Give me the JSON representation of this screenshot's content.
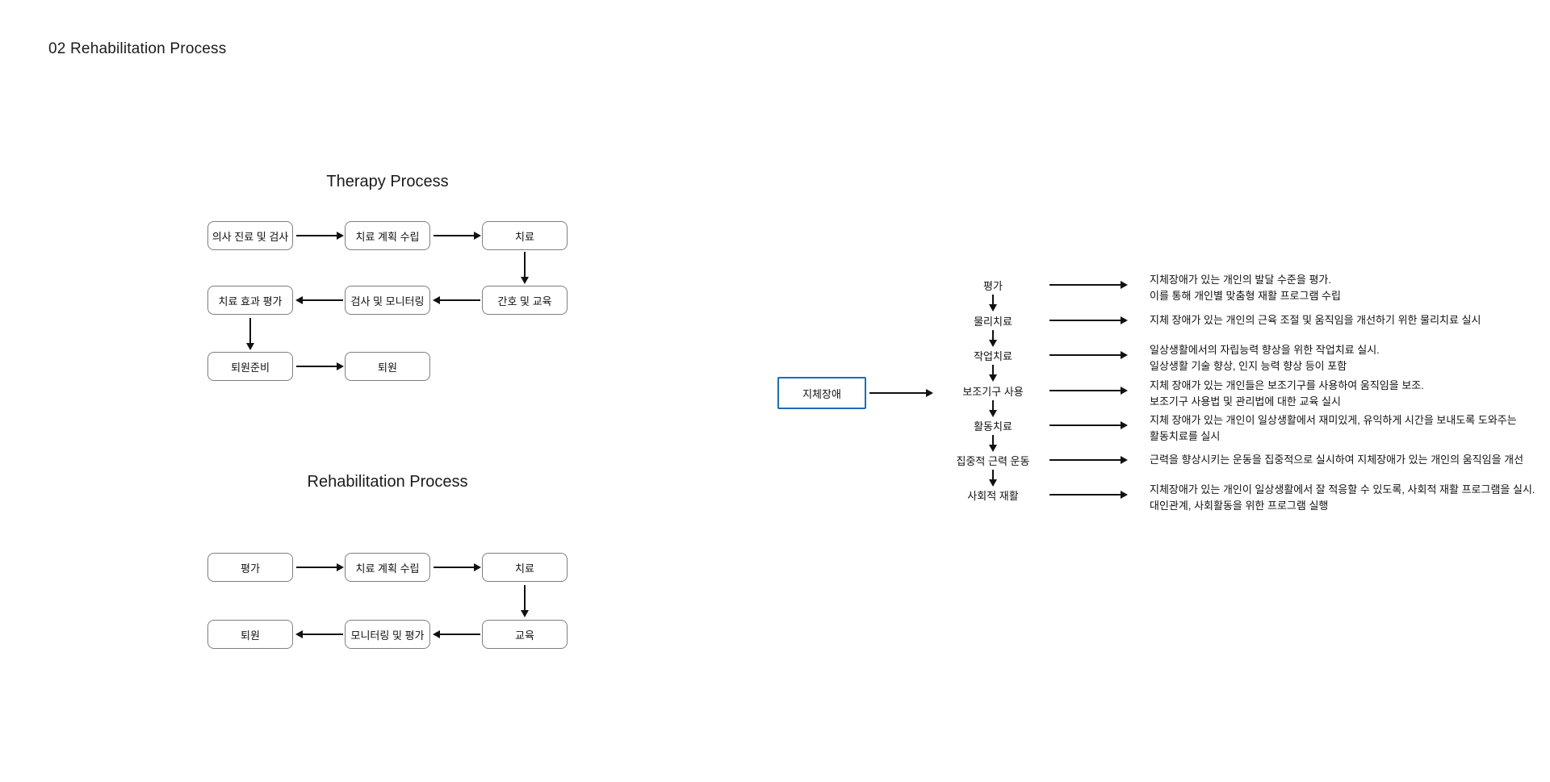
{
  "page_title": "02 Rehabilitation Process",
  "therapy": {
    "title": "Therapy Process",
    "row1": [
      "의사 진료 및 검사",
      "치료 계획 수립",
      "치료"
    ],
    "row2": [
      "치료 효과 평가",
      "검사 및 모니터링",
      "간호 및 교육"
    ],
    "row3": [
      "퇴원준비",
      "퇴원"
    ]
  },
  "rehab": {
    "title": "Rehabilitation Process",
    "row1": [
      "평가",
      "치료 계획 수립",
      "치료"
    ],
    "row2": [
      "퇴원",
      "모니터링 및 평가",
      "교육"
    ]
  },
  "disability": {
    "source": "지체장애",
    "accent_color": "#1f6cb4",
    "steps": [
      {
        "label": "평가",
        "description": "지체장애가 있는 개인의 발달 수준을 평가.\n이를 통해 개인별 맞춤형 재활 프로그램 수립"
      },
      {
        "label": "물리치료",
        "description": "지체 장애가 있는 개인의 근육 조절 및 움직임을 개선하기 위한 물리치료 실시"
      },
      {
        "label": "작업치료",
        "description": "일상생활에서의 자립능력 향상을 위한 작업치료 실시.\n일상생활 기술 향상, 인지 능력 향상 등이 포함"
      },
      {
        "label": "보조기구 사용",
        "description": "지체 장애가 있는 개인들은 보조기구를 사용하여 움직임을 보조.\n보조기구 사용법 및 관리법에 대한 교육 실시"
      },
      {
        "label": "활동치료",
        "description": "지체 장애가 있는 개인이 일상생활에서 재미있게, 유익하게 시간을 보내도록 도와주는\n활동치료를 실시"
      },
      {
        "label": "집중적 근력 운동",
        "description": "근력을 향상시키는 운동을 집중적으로 실시하여 지체장애가 있는 개인의 움직임을 개선"
      },
      {
        "label": "사회적 재활",
        "description": "지체장애가 있는 개인이 일상생활에서 잘 적응할 수 있도록, 사회적 재활 프로그램을 실시.\n대인관계, 사회활동을 위한 프로그램 실행"
      }
    ]
  }
}
